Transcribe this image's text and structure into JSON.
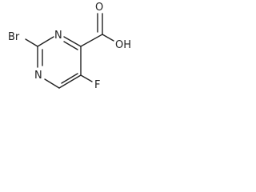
{
  "molecule": {
    "atoms": {
      "bromine": "Br",
      "nitrogen_top": "N",
      "nitrogen_bottom": "N",
      "oxygen_carbonyl": "O",
      "hydroxyl": "OH",
      "fluorine": "F"
    },
    "line_color": "#222222",
    "background": "#ffffff"
  }
}
